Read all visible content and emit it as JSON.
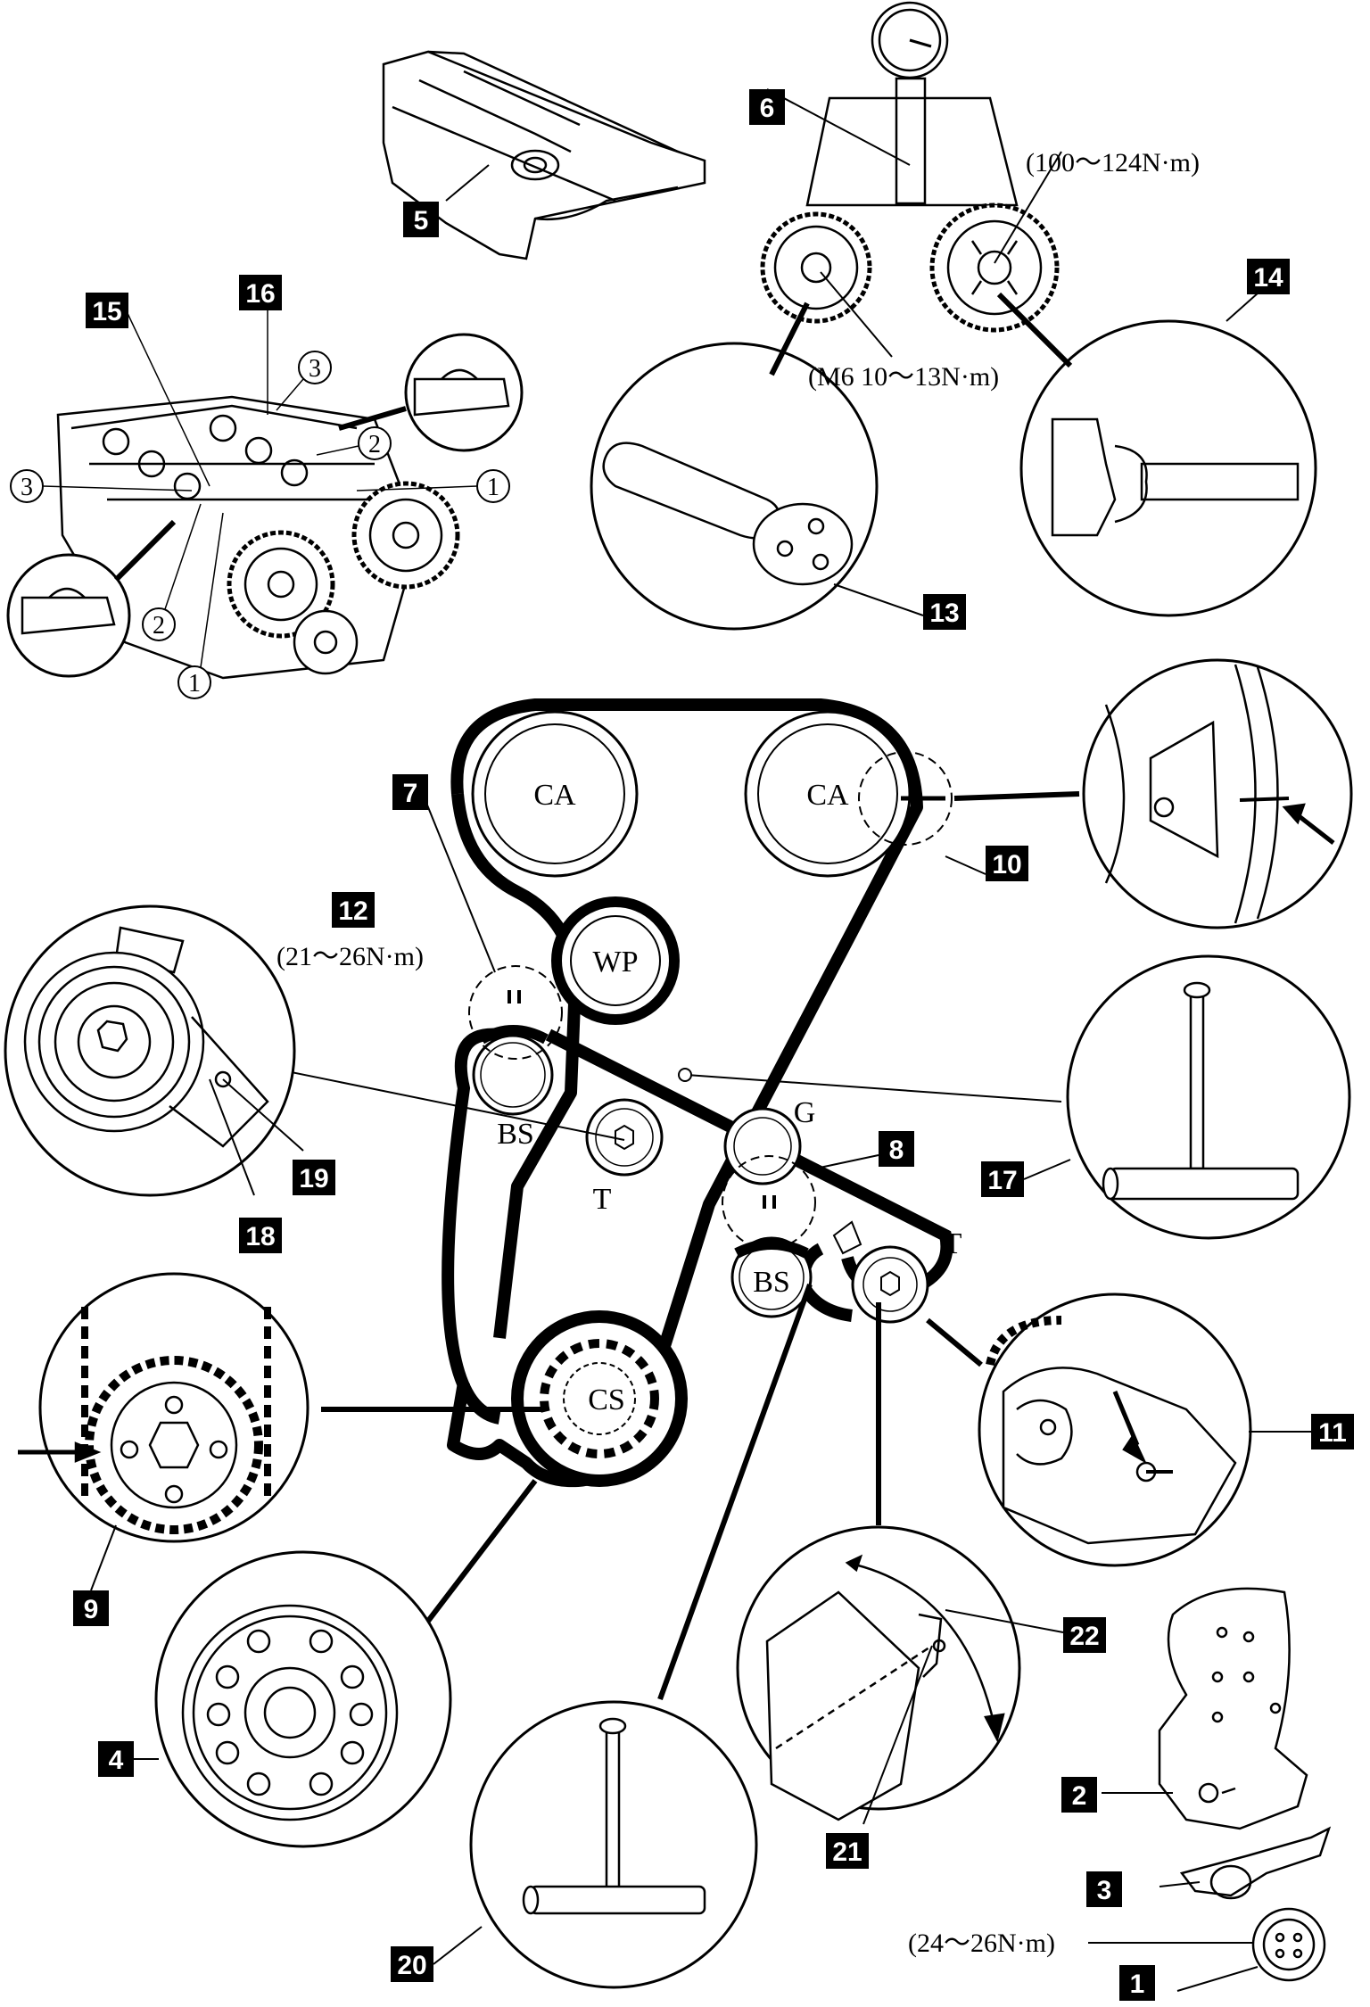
{
  "callouts": {
    "c1": "1",
    "c2": "2",
    "c3": "3",
    "c4": "4",
    "c5": "5",
    "c6": "6",
    "c7": "7",
    "c8": "8",
    "c9": "9",
    "c10": "10",
    "c11": "11",
    "c12": "12",
    "c13": "13",
    "c14": "14",
    "c15": "15",
    "c16": "16",
    "c17": "17",
    "c18": "18",
    "c19": "19",
    "c20": "20",
    "c21": "21",
    "c22": "22"
  },
  "circled_numbers": {
    "one": "1",
    "two": "2",
    "three": "3"
  },
  "labels": {
    "ca": "CA",
    "wp": "WP",
    "bs": "BS",
    "t": "T",
    "g": "G",
    "cs": "CS"
  },
  "torques": {
    "cam_bolt": "(100～124N·m)",
    "m6": "(M6 10～13N·m)",
    "tensioner": "(21～26N·m)",
    "pulley": "(24～26N·m)"
  }
}
